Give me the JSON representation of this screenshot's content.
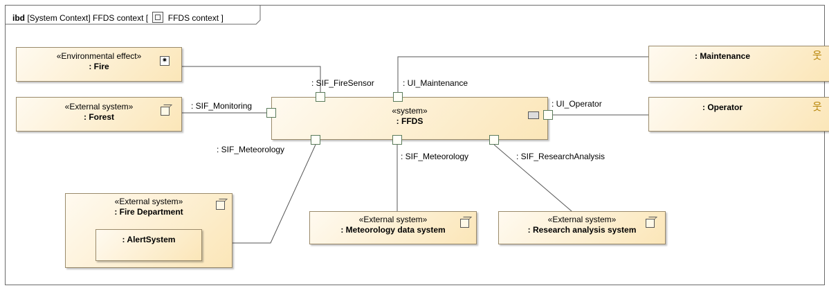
{
  "frame": {
    "keyword": "ibd",
    "title": "[System Context] FFDS context [",
    "inner": "FFDS context ]"
  },
  "blocks": {
    "fire": {
      "stereotype": "«Environmental effect»",
      "name": ": Fire",
      "icon": "environment-icon"
    },
    "forest": {
      "stereotype": "«External system»",
      "name": ": Forest",
      "icon": "cube-icon"
    },
    "ffds": {
      "stereotype": "«system»",
      "name": ": FFDS",
      "icon": "system-icon"
    },
    "maintenance": {
      "name": ": Maintenance",
      "icon": "actor-icon"
    },
    "operator": {
      "name": ": Operator",
      "icon": "actor-icon"
    },
    "fire_department": {
      "stereotype": "«External system»",
      "name": ": Fire Department",
      "icon": "cube-icon"
    },
    "alert_system": {
      "name": ": AlertSystem"
    },
    "meteorology_data": {
      "stereotype": "«External system»",
      "name": ": Meteorology data system",
      "icon": "cube-icon"
    },
    "research_analysis": {
      "stereotype": "«External system»",
      "name": ": Research analysis system",
      "icon": "cube-icon"
    }
  },
  "ports": {
    "fire_sensor": ": SIF_FireSensor",
    "ui_maintenance": ": UI_Maintenance",
    "monitoring": ": SIF_Monitoring",
    "ui_operator": ": UI_Operator",
    "meteorology_left": ": SIF_Meteorology",
    "meteorology_bottom": ": SIF_Meteorology",
    "research_analysis": ": SIF_ResearchAnalysis"
  }
}
